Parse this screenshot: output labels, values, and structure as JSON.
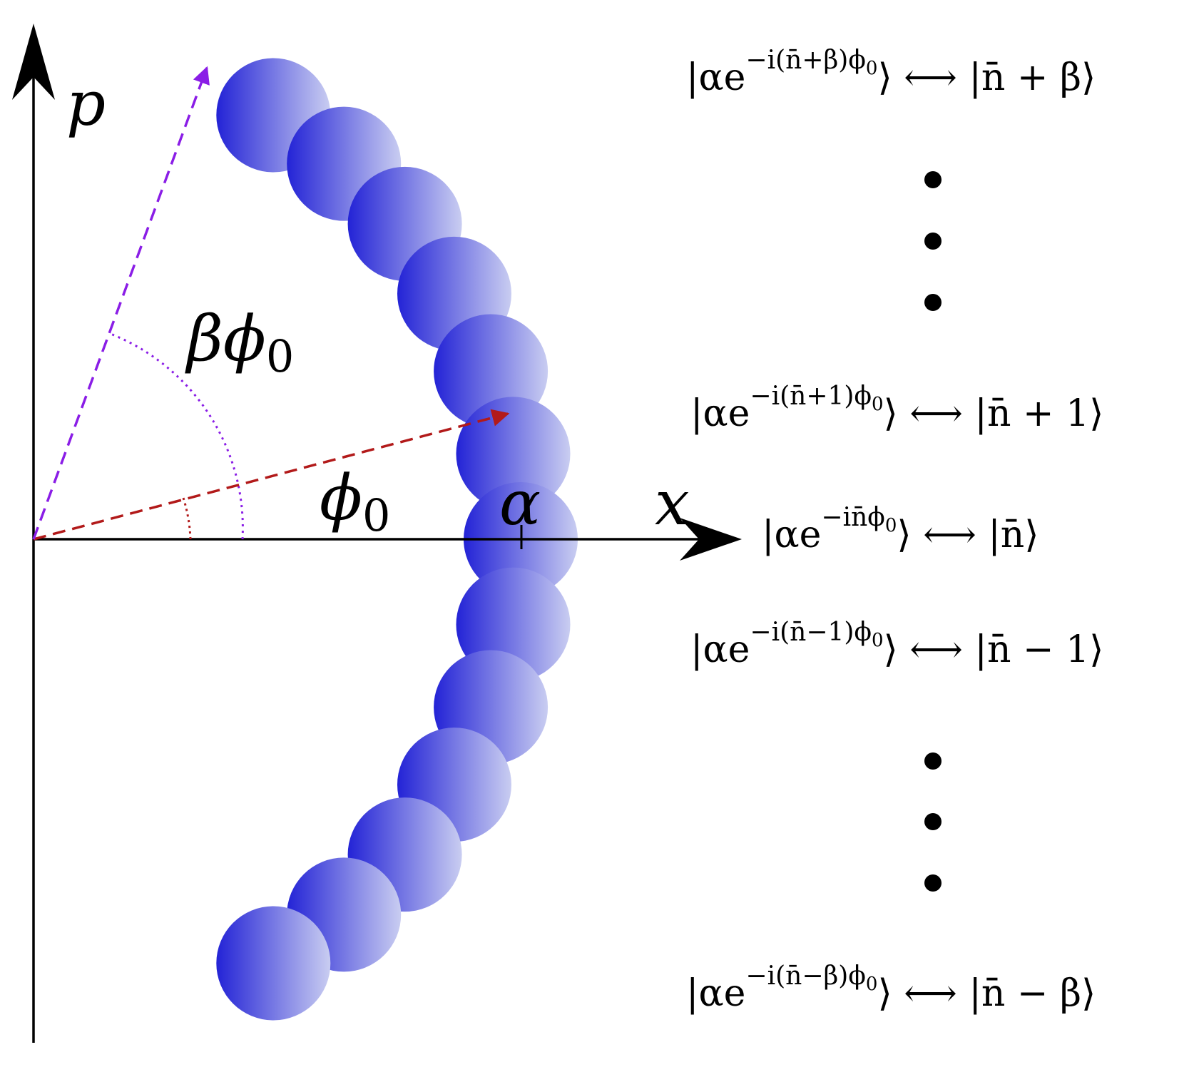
{
  "diagram": {
    "colors": {
      "axis": "#000000",
      "circle_inner": "#2323d6",
      "circle_outer": "#c9cdf1",
      "vector_phi0": "#b21a1a",
      "vector_beta": "#8a1de6",
      "dots": "#000000"
    },
    "axis_labels": {
      "x": "x",
      "p": "p"
    },
    "angle_labels": {
      "beta": "β",
      "phi0": "ϕ",
      "sub": "0"
    },
    "alpha_label": "α",
    "states": {
      "plus_beta": {
        "s1": "|αe",
        "s2": "−i(n̄+β)ϕ",
        "s3": "0",
        "s4": "⟩ ⟷ |n̄ + β⟩"
      },
      "plus_one": {
        "s1": "|αe",
        "s2": "−i(n̄+1)ϕ",
        "s3": "0",
        "s4": "⟩ ⟷ |n̄ + 1⟩"
      },
      "center": {
        "s1": "|αe",
        "s2": "−in̄ϕ",
        "s3": "0",
        "s4": "⟩ ⟷ |n̄⟩"
      },
      "minus_one": {
        "s1": "|αe",
        "s2": "−i(n̄−1)ϕ",
        "s3": "0",
        "s4": "⟩ ⟷ |n̄ − 1⟩"
      },
      "minus_beta": {
        "s1": "|αe",
        "s2": "−i(n̄−β)ϕ",
        "s3": "0",
        "s4": "⟩ ⟷ |n̄ − β⟩"
      }
    },
    "circle_count": 13,
    "ellipsis_dots_per_group": 3
  }
}
